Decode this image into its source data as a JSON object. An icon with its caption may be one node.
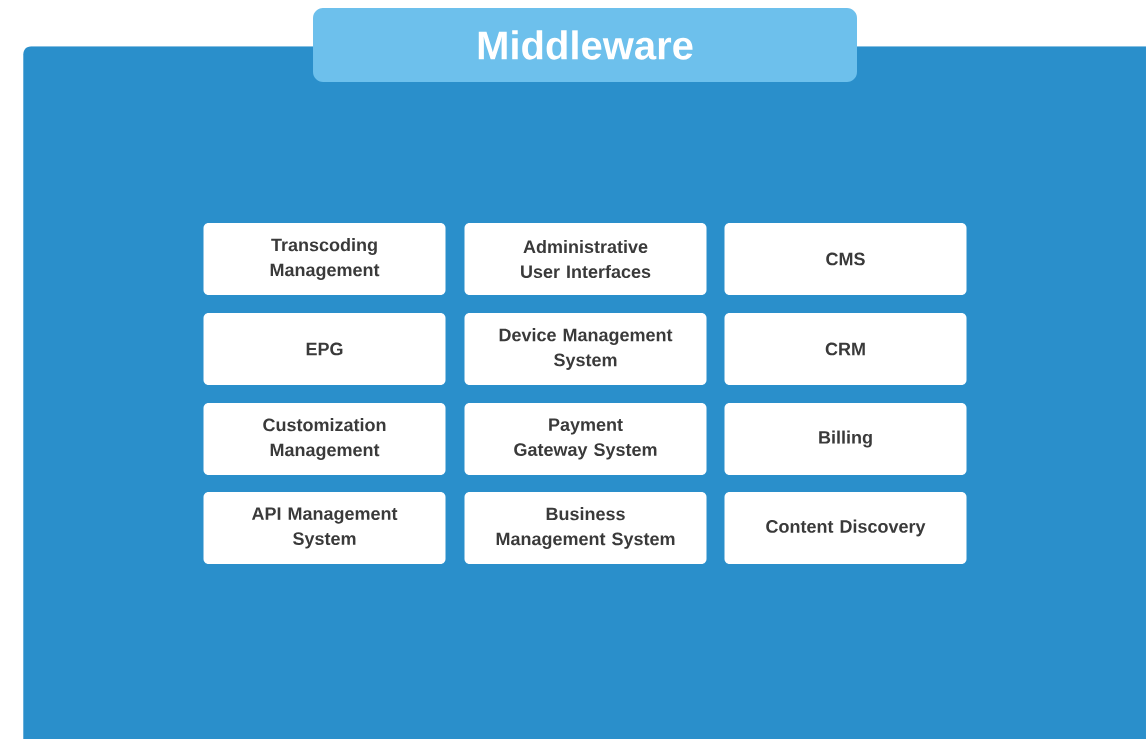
{
  "diagram": {
    "nodes": [
      {
        "text": [
          "Middleware"
        ]
      },
      {
        "text": [
          "Transcoding Management"
        ],
        "in": 0
      },
      {
        "text": [
          "Administrative User Interfaces"
        ],
        "in": 0
      },
      {
        "text": [
          "CMS"
        ],
        "in": 0
      },
      {
        "text": [
          "EPG"
        ],
        "in": 0
      },
      {
        "text": [
          "Device Management System"
        ],
        "in": 0
      },
      {
        "text": [
          "CRM"
        ],
        "in": 0
      },
      {
        "text": [
          "Customization Management"
        ],
        "in": 0
      },
      {
        "text": [
          "Payment Gateway System"
        ],
        "in": 0
      },
      {
        "text": [
          "Billing"
        ],
        "in": 0
      },
      {
        "text": [
          "API Management System"
        ],
        "in": 0
      },
      {
        "text": [
          "Business Management System"
        ],
        "in": 0
      },
      {
        "text": [
          "Content Discovery"
        ],
        "in": 0
      }
    ]
  }
}
